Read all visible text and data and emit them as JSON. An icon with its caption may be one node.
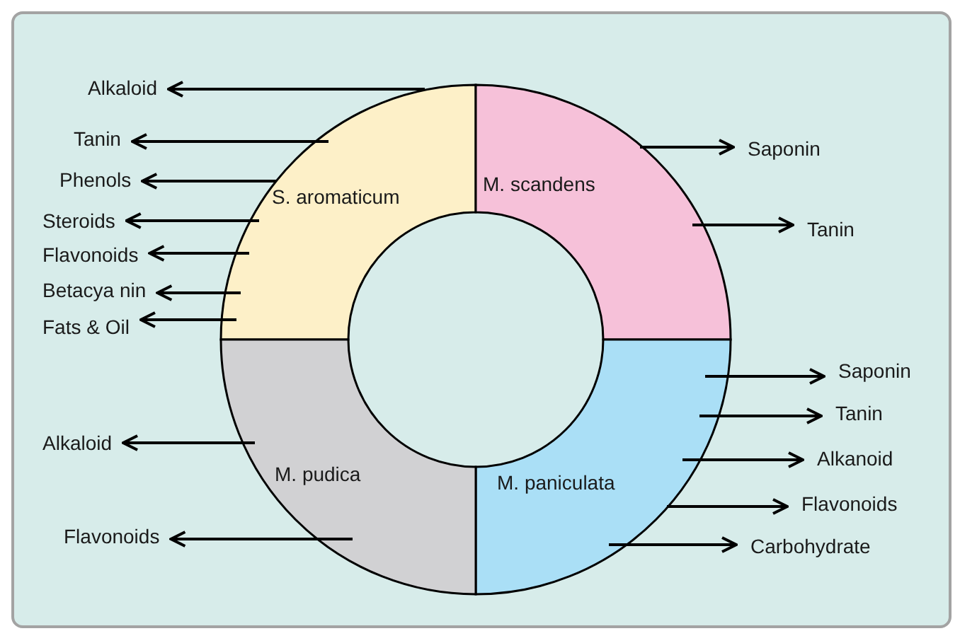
{
  "diagram": {
    "nodes": [
      {
        "text": [
          "S. aromaticum"
        ]
      },
      {
        "text": [
          "M. scandens"
        ]
      },
      {
        "text": [
          "M. paniculata"
        ]
      },
      {
        "text": [
          "M. pudica"
        ]
      },
      {
        "text": [
          "Alkaloid"
        ]
      },
      {
        "text": [
          "Tanin"
        ]
      },
      {
        "text": [
          "Phenols"
        ]
      },
      {
        "text": [
          "Steroids"
        ]
      },
      {
        "text": [
          "Flavonoids"
        ]
      },
      {
        "text": [
          "Betacya nin"
        ]
      },
      {
        "text": [
          "Fats & Oil"
        ]
      },
      {
        "text": [
          "Alkaloid"
        ]
      },
      {
        "text": [
          "Flavonoids"
        ]
      },
      {
        "text": [
          "Saponin"
        ]
      },
      {
        "text": [
          "Tanin"
        ]
      },
      {
        "text": [
          "Saponin"
        ]
      },
      {
        "text": [
          "Tanin"
        ]
      },
      {
        "text": [
          "Alkanoid"
        ]
      },
      {
        "text": [
          "Flavonoids"
        ]
      },
      {
        "text": [
          "Carbohydrate"
        ]
      }
    ],
    "edges": [
      {
        "from": 0,
        "to": 4,
        "arrow": "to"
      },
      {
        "from": 0,
        "to": 5,
        "arrow": "to"
      },
      {
        "from": 0,
        "to": 6,
        "arrow": "to"
      },
      {
        "from": 0,
        "to": 7,
        "arrow": "to"
      },
      {
        "from": 0,
        "to": 8,
        "arrow": "to"
      },
      {
        "from": 0,
        "to": 9,
        "arrow": "to"
      },
      {
        "from": 0,
        "to": 10,
        "arrow": "to"
      },
      {
        "from": 3,
        "to": 11,
        "arrow": "to"
      },
      {
        "from": 3,
        "to": 12,
        "arrow": "to"
      },
      {
        "from": 1,
        "to": 13,
        "arrow": "to"
      },
      {
        "from": 1,
        "to": 14,
        "arrow": "to"
      },
      {
        "from": 2,
        "to": 15,
        "arrow": "to"
      },
      {
        "from": 2,
        "to": 16,
        "arrow": "to"
      },
      {
        "from": 2,
        "to": 17,
        "arrow": "to"
      },
      {
        "from": 2,
        "to": 18,
        "arrow": "to"
      },
      {
        "from": 2,
        "to": 19,
        "arrow": "to"
      }
    ]
  }
}
